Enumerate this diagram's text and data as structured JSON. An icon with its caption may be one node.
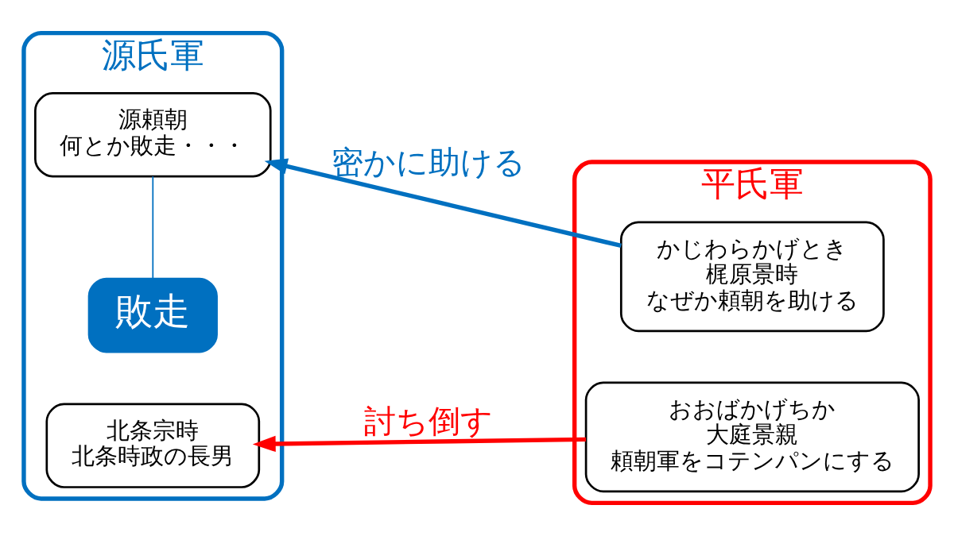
{
  "diagram": {
    "nodes": [
      {
        "text": [
          "源氏軍"
        ]
      },
      {
        "text": [
          "源頼朝",
          "何とか敗走・・・"
        ],
        "in": 0
      },
      {
        "text": [
          "敗走"
        ],
        "in": 0
      },
      {
        "text": [
          "北条宗時",
          "北条時政の長男"
        ],
        "in": 0
      },
      {
        "text": [
          "平氏軍"
        ]
      },
      {
        "text": [
          "かじわらかげとき",
          "梶原景時",
          "なぜか頼朝を助ける"
        ],
        "in": 4
      },
      {
        "text": [
          "おおばかげちか",
          "大庭景親",
          "頼朝軍をコテンパンにする"
        ],
        "in": 4
      }
    ],
    "edges": [
      {
        "from": 2,
        "to": 1,
        "arrow": "none",
        "color": "#0070c0"
      },
      {
        "from": 5,
        "to": 1,
        "arrow": "to",
        "label": "密かに助ける",
        "color": "#0070c0"
      },
      {
        "from": 6,
        "to": 3,
        "arrow": "to",
        "label": "討ち倒す",
        "color": "#ff0000"
      }
    ]
  }
}
